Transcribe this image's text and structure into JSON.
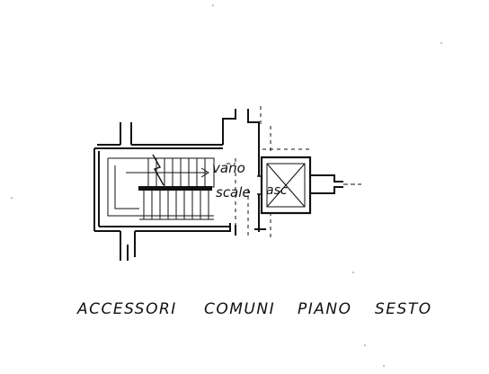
{
  "plan": {
    "labels": {
      "vano": "vano",
      "scale": "scale",
      "asc": "asc"
    },
    "caption": [
      "ACCESSORI",
      "COMUNI",
      "PIANO",
      "SESTO"
    ],
    "colors": {
      "ink": "#111111",
      "paper": "#ffffff"
    }
  }
}
